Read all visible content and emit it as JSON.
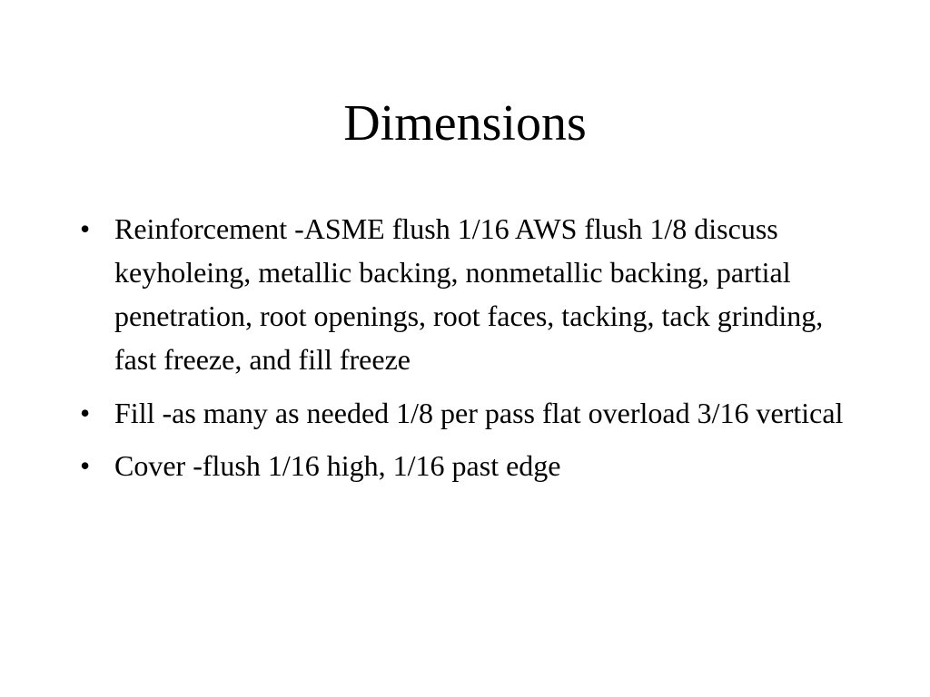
{
  "slide": {
    "title": "Dimensions",
    "bullets": [
      {
        "marker": "•",
        "text": "Reinforcement -ASME flush 1/16 AWS flush 1/8 discuss keyholeing, metallic backing, nonmetallic backing, partial penetration, root openings, root faces, tacking, tack grinding, fast freeze, and fill freeze"
      },
      {
        "marker": "•",
        "text": "Fill -as many as needed 1/8 per pass flat overload 3/16 vertical"
      },
      {
        "marker": "•",
        "text": "Cover -flush 1/16 high, 1/16 past edge"
      }
    ]
  }
}
